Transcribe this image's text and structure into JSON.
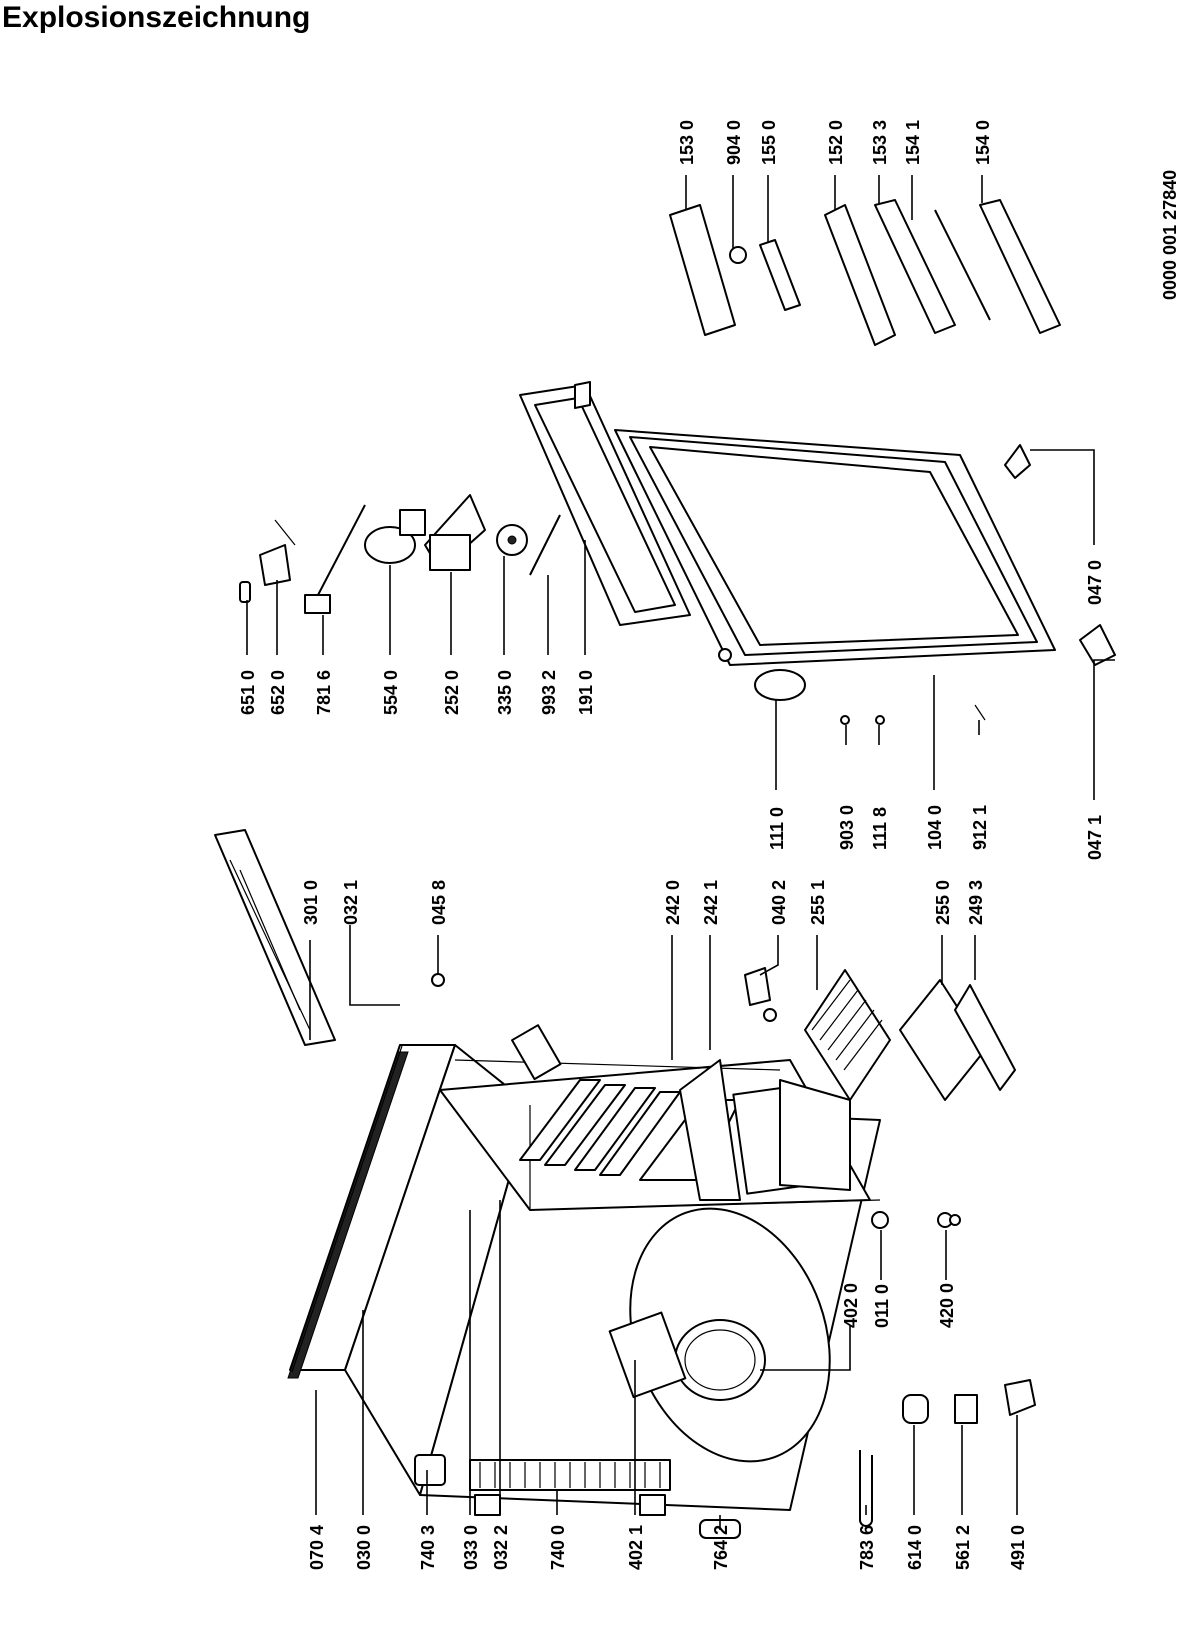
{
  "title": "Explosionszeichnung",
  "drawing_number": "0000 001 27840",
  "labels": {
    "l0704": "070 4",
    "l0300": "030 0",
    "l7403": "740 3",
    "l0330": "033 0",
    "l0322": "032 2",
    "l7400": "740 0",
    "l4021": "402 1",
    "l7642": "764 2",
    "l7836": "783 6",
    "l6140": "614 0",
    "l5612": "561 2",
    "l4910": "491 0",
    "l4020": "402 0",
    "l0110": "011 0",
    "l4200": "420 0",
    "l3010": "301 0",
    "l0321": "032 1",
    "l0458": "045 8",
    "l2420": "242 0",
    "l2421": "242 1",
    "l0402": "040 2",
    "l2551": "255 1",
    "l2550": "255 0",
    "l2493": "249 3",
    "l6510": "651 0",
    "l6520": "652 0",
    "l7816": "781 6",
    "l5540": "554 0",
    "l2520": "252 0",
    "l3350": "335 0",
    "l9932": "993 2",
    "l1910": "191 0",
    "l1110": "111 0",
    "l9030": "903 0",
    "l1118": "111 8",
    "l1040": "104 0",
    "l9121": "912 1",
    "l0471": "047 1",
    "l0470": "047 0",
    "l1530": "153 0",
    "l9040": "904 0",
    "l1550": "155 0",
    "l1520": "152 0",
    "l1533": "153 3",
    "l1541": "154 1",
    "l1540": "154 0"
  }
}
